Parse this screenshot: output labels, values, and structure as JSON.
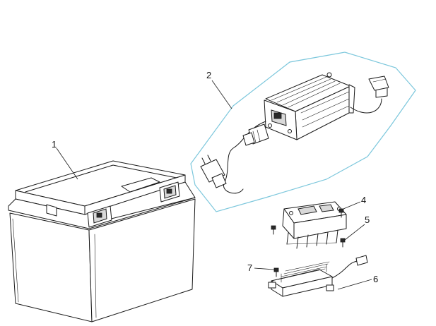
{
  "colors": {
    "group_outline": "#7cc7dc",
    "line": "#1a1a1a",
    "background": "#ffffff"
  },
  "callouts": [
    {
      "id": "1",
      "part": "battery"
    },
    {
      "id": "2",
      "part": "charger-assembly"
    },
    {
      "id": "4",
      "part": "controller"
    },
    {
      "id": "5",
      "part": "screw"
    },
    {
      "id": "6",
      "part": "heat-sink-module"
    },
    {
      "id": "7",
      "part": "screw"
    }
  ]
}
